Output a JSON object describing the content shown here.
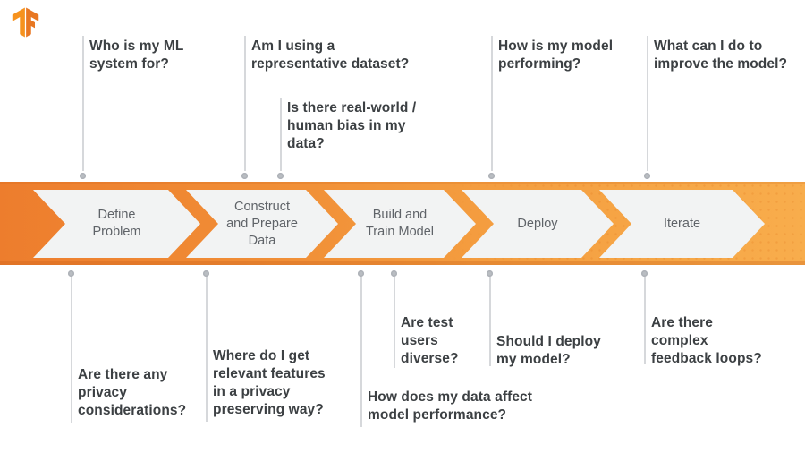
{
  "brand": {
    "logo_icon": "tensorflow-logo"
  },
  "colors": {
    "band_gradient_left": "#ed7d2d",
    "band_gradient_right": "#f8ad4c",
    "arrow_fill": "#f2f3f3",
    "stage_text": "#5f6368",
    "question_text": "#3c4043",
    "connector_line": "#d6d8db",
    "connector_dot": "#b9bdc2",
    "logo_orange_light": "#f6921e",
    "logo_orange_dark": "#e87722"
  },
  "pipeline": {
    "stages": [
      {
        "label": "Define\nProblem"
      },
      {
        "label": "Construct\nand Prepare\nData"
      },
      {
        "label": "Build and\nTrain Model"
      },
      {
        "label": "Deploy"
      },
      {
        "label": "Iterate"
      }
    ]
  },
  "questions": {
    "top": [
      {
        "text": "Who is my ML\nsystem for?"
      },
      {
        "text": "Am I using a\nrepresentative dataset?"
      },
      {
        "text": "Is there real-world /\nhuman bias in my\ndata?"
      },
      {
        "text": "How is my model\nperforming?"
      },
      {
        "text": "What can I do to\nimprove the model?"
      }
    ],
    "bottom": [
      {
        "text": "Are there any\nprivacy\nconsiderations?"
      },
      {
        "text": "Where do I get\nrelevant features\nin a privacy\npreserving way?"
      },
      {
        "text": "How does my data affect\nmodel performance?"
      },
      {
        "text": "Are test\nusers\ndiverse?"
      },
      {
        "text": "Should I deploy\nmy model?"
      },
      {
        "text": "Are there\ncomplex\nfeedback loops?"
      }
    ]
  }
}
